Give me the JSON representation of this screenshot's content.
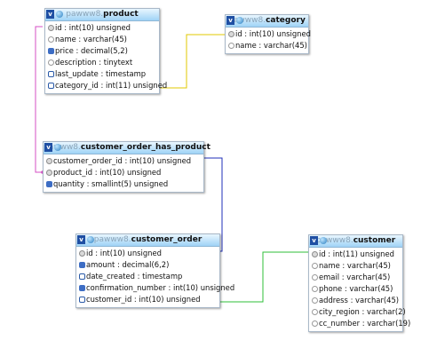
{
  "tables": {
    "product": {
      "db": "pawww8.",
      "name": "product",
      "fields": [
        {
          "icon": "key",
          "text": "id : int(10) unsigned"
        },
        {
          "icon": "fld",
          "text": "name : varchar(45)"
        },
        {
          "icon": "num",
          "text": "price : decimal(5,2)"
        },
        {
          "icon": "fld",
          "text": "description : tinytext"
        },
        {
          "icon": "dat",
          "text": "last_update : timestamp"
        },
        {
          "icon": "idx",
          "text": "category_id : int(11) unsigned"
        }
      ]
    },
    "category": {
      "db": "pawww8.",
      "name": "category",
      "fields": [
        {
          "icon": "key",
          "text": "id : int(10) unsigned"
        },
        {
          "icon": "fld",
          "text": "name : varchar(45)"
        }
      ]
    },
    "customer_order_has_product": {
      "db": "pawww8.",
      "name": "customer_order_has_product",
      "fields": [
        {
          "icon": "key",
          "text": "customer_order_id : int(10) unsigned"
        },
        {
          "icon": "key",
          "text": "product_id : int(10) unsigned"
        },
        {
          "icon": "num",
          "text": "quantity : smallint(5) unsigned"
        }
      ]
    },
    "customer_order": {
      "db": "pawww8.",
      "name": "customer_order",
      "fields": [
        {
          "icon": "key",
          "text": "id : int(10) unsigned"
        },
        {
          "icon": "num",
          "text": "amount : decimal(6,2)"
        },
        {
          "icon": "dat",
          "text": "date_created : timestamp"
        },
        {
          "icon": "num",
          "text": "confirmation_number : int(10) unsigned"
        },
        {
          "icon": "idx",
          "text": "customer_id : int(10) unsigned"
        }
      ]
    },
    "customer": {
      "db": "pawww8.",
      "name": "customer",
      "fields": [
        {
          "icon": "key",
          "text": "id : int(11) unsigned"
        },
        {
          "icon": "fld",
          "text": "name : varchar(45)"
        },
        {
          "icon": "fld",
          "text": "email : varchar(45)"
        },
        {
          "icon": "fld",
          "text": "phone : varchar(45)"
        },
        {
          "icon": "fld",
          "text": "address : varchar(45)"
        },
        {
          "icon": "fld",
          "text": "city_region : varchar(2)"
        },
        {
          "icon": "fld",
          "text": "cc_number : varchar(19)"
        }
      ]
    }
  },
  "relations": [
    {
      "from": "product.category_id",
      "to": "category.id",
      "color": "#e0c800"
    },
    {
      "from": "customer_order_has_product.product_id",
      "to": "product.id",
      "color": "#d44fc4"
    },
    {
      "from": "customer_order_has_product.customer_order_id",
      "to": "customer_order.id",
      "color": "#1f2fb8"
    },
    {
      "from": "customer_order.customer_id",
      "to": "customer.id",
      "color": "#2fbf3a"
    }
  ]
}
